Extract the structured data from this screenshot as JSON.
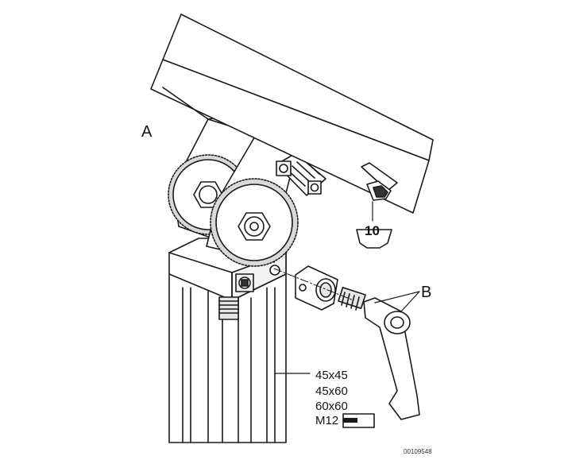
{
  "labels": {
    "callout_a": "A",
    "callout_b": "B",
    "tool_number": "10",
    "profile_sizes": [
      "45x45",
      "45x60",
      "60x60"
    ],
    "screw_size": "M12",
    "document_id": "00109548"
  },
  "colors": {
    "line": "#1a1a1a",
    "fill": "#ffffff",
    "shade": "#d9d9d9",
    "dark": "#333333"
  }
}
